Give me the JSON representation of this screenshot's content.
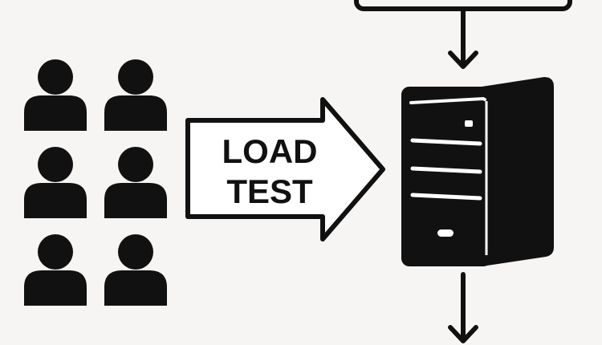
{
  "diagram": {
    "label_line1": "LOAD",
    "label_line2": "TEST",
    "icons": {
      "users": "user-icon",
      "server": "server-tower-icon",
      "arrow_in": "arrow-down-icon",
      "arrow_out": "arrow-down-icon",
      "load_arrow": "arrow-right-icon"
    },
    "colors": {
      "background": "#f6f5f3",
      "ink": "#111111",
      "arrow_fill": "#ffffff"
    },
    "user_count": 6
  }
}
